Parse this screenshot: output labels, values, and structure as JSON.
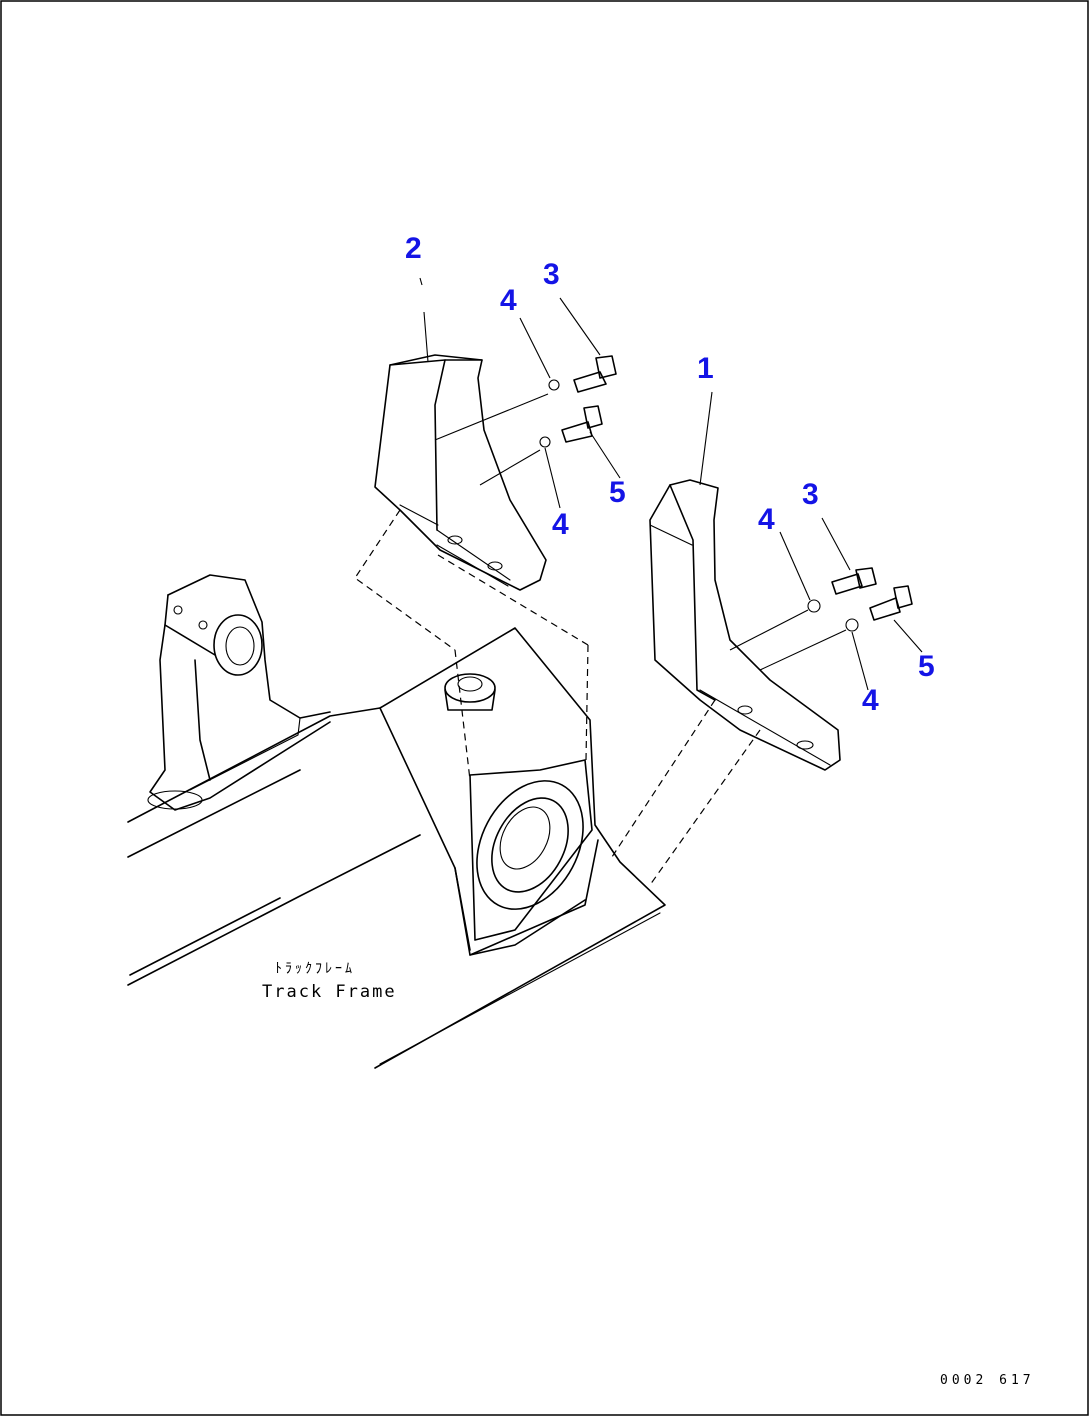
{
  "callouts": {
    "part_2": "2",
    "part_3_upper": "3",
    "part_4_upper_a": "4",
    "part_5_upper": "5",
    "part_4_upper_b": "4",
    "part_1": "1",
    "part_3_right": "3",
    "part_4_right_a": "4",
    "part_5_right": "5",
    "part_4_right_b": "4"
  },
  "frame_label": {
    "japanese": "ﾄﾗｯｸﾌﾚｰﾑ",
    "english": "Track Frame"
  },
  "figure_code": "0002 617",
  "colors": {
    "callout": "#1414e6",
    "line": "#000000",
    "border": "#000000"
  }
}
